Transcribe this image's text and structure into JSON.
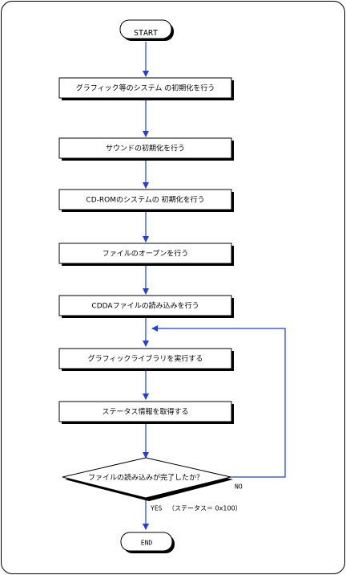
{
  "colors": {
    "arrow": "#1f3fe0",
    "stroke": "#000000",
    "shadow": "#000000",
    "background": "#ffffff"
  },
  "flowchart": {
    "start_label": "START",
    "end_label": "END",
    "steps": [
      "グラフィック等のシステム の初期化を行う",
      "サウンドの初期化を行う",
      "CD-ROMのシステムの 初期化を行う",
      "ファイルのオープンを行う",
      "CDDAファイルの読み込みを行う",
      "グラフィックライブラリを実行する",
      "ステータス情報を取得する"
    ],
    "decision": {
      "label": "ファイルの読み込みが完了したか？",
      "no_label": "NO",
      "yes_label": "YES",
      "yes_note": "（ステータス＝ 0x100）"
    }
  }
}
